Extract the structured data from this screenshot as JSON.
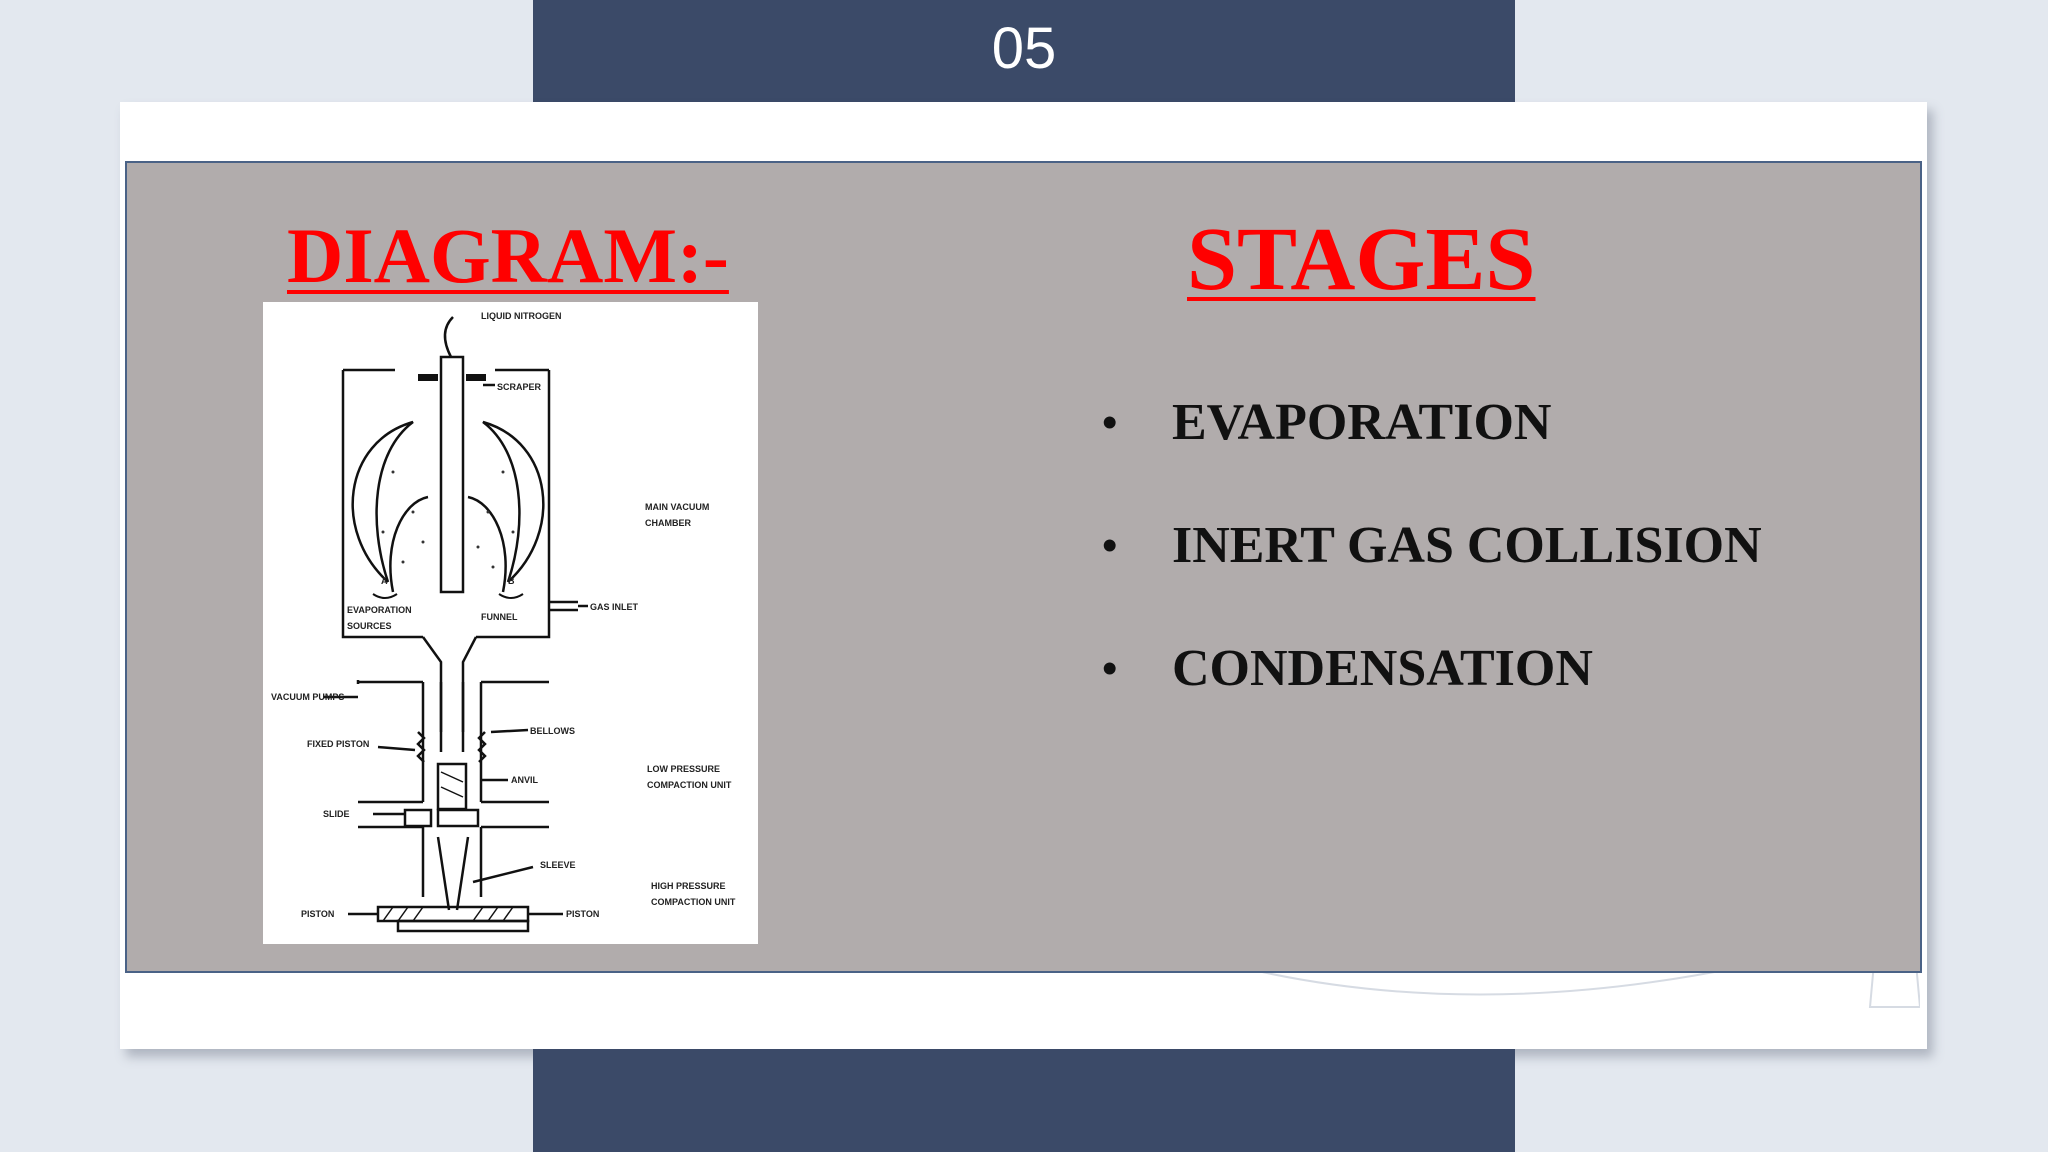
{
  "slide": {
    "number": "05"
  },
  "diagram": {
    "heading": "DIAGRAM:-",
    "labels": {
      "liquid_nitrogen": "LIQUID NITROGEN",
      "scraper": "SCRAPER",
      "main_vacuum_chamber_1": "MAIN VACUUM",
      "main_vacuum_chamber_2": "CHAMBER",
      "source_a": "A",
      "source_b": "B",
      "gas_inlet": "GAS INLET",
      "evaporation_sources_1": "EVAPORATION",
      "evaporation_sources_2": "SOURCES",
      "funnel": "FUNNEL",
      "vacuum_pumps": "VACUUM PUMPS",
      "bellows": "BELLOWS",
      "fixed_piston": "FIXED PISTON",
      "anvil": "ANVIL",
      "low_pressure_1": "LOW PRESSURE",
      "low_pressure_2": "COMPACTION UNIT",
      "slide": "SLIDE",
      "sleeve": "SLEEVE",
      "high_pressure_1": "HIGH PRESSURE",
      "high_pressure_2": "COMPACTION UNIT",
      "piston_left": "PISTON",
      "piston_right": "PISTON"
    }
  },
  "stages": {
    "heading": "STAGES",
    "bullet": "•",
    "items": [
      {
        "label": "EVAPORATION"
      },
      {
        "label": "INERT GAS COLLISION"
      },
      {
        "label": "CONDENSATION"
      }
    ]
  },
  "colors": {
    "band": "#3b4a68",
    "panel": "#b1acac",
    "heading_red": "#ff0000",
    "background": "#e3e8ef"
  }
}
